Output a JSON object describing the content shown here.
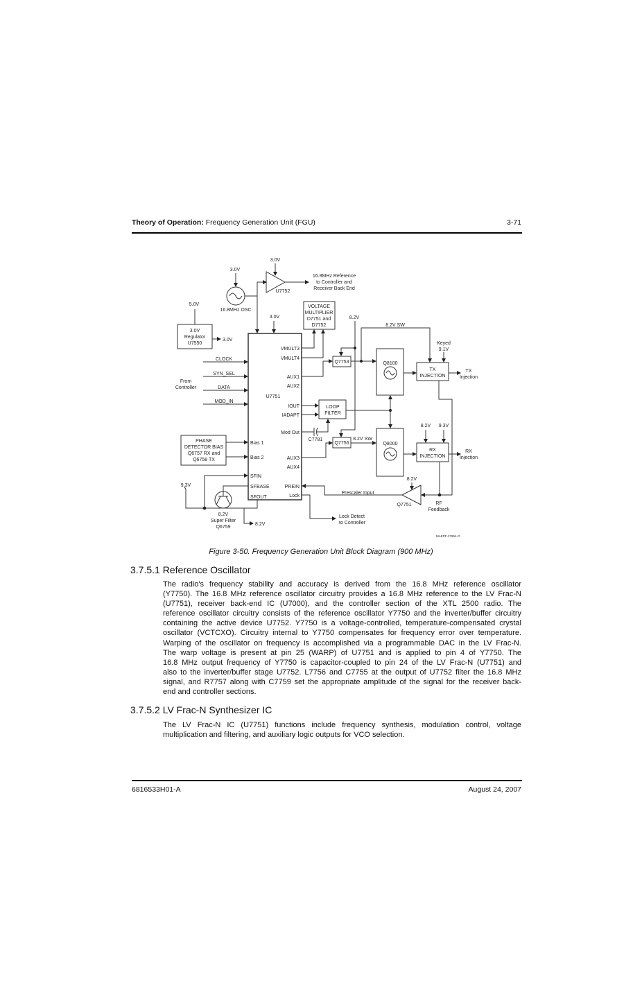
{
  "header": {
    "section_bold": "Theory of Operation:",
    "section_rest": " Frequency Generation Unit (FGU)",
    "page_number": "3-71"
  },
  "diagram": {
    "osc_supply": "3.0V",
    "osc_label": "16.8MHz OSC",
    "buffer_supply": "3.0V",
    "buffer_ref": "U7752",
    "ref_out": [
      "16.8MHz Reference",
      "to Controller and",
      "Receiver Back End"
    ],
    "reg_in": "5.0V",
    "regulator": [
      "3.0V",
      "Regulator",
      "U7550"
    ],
    "reg_out": "3.0V",
    "u7751_supply": "3.0V",
    "vmult": [
      "VOLTAGE",
      "MULTIPLIER",
      "D7751 and",
      "D7752"
    ],
    "supply_82": "8.2V",
    "sw_82_top": "8.2V SW",
    "keyed": [
      "Keyed",
      "9.1V"
    ],
    "q7753": "Q7753",
    "q8100": "Q8100",
    "tx_inj": [
      "TX",
      "INJECTION"
    ],
    "tx_out": [
      "TX",
      "Injection"
    ],
    "loop_filter": [
      "LOOP",
      "FILTER"
    ],
    "c7781": "C7781",
    "q7756": "Q7756",
    "sw_82_bottom": "8.2V SW",
    "q8000": "Q8000",
    "rx_inj": [
      "RX",
      "INJECTION"
    ],
    "rx_supply": [
      "8.2V",
      "9.3V"
    ],
    "rx_out": [
      "RX",
      "Injection"
    ],
    "q7751_supply": "8.2V",
    "q7751": "Q7751",
    "rf_feedback": [
      "RF",
      "Feedback"
    ],
    "prescaler": "Prescaler Input",
    "lock_detect": [
      "Lock Detect",
      "to Controller"
    ],
    "inputs": [
      "CLOCK",
      "SYN_SEL",
      "DATA",
      "MOD_IN"
    ],
    "from_controller": [
      "From",
      "Controller"
    ],
    "u7751": "U7751",
    "pins_right": [
      "VMULT3",
      "VMULT4",
      "AUX1",
      "AUX2",
      "IOUT",
      "IADAPT",
      "Mod Out",
      "AUX3",
      "AUX4",
      "PREIN",
      "Lock"
    ],
    "pins_left": [
      "Bias 1",
      "Bias 2",
      "SFIN",
      "SFBASE",
      "SFOUT"
    ],
    "phase_det": [
      "PHASE",
      "DETECTOR BIAS",
      "Q6757 RX and",
      "Q6758 TX"
    ],
    "sf_supply": "9.3V",
    "super_filter": [
      "8.2V",
      "Super Filter",
      "Q6759"
    ],
    "sf_out": "8.2V",
    "drawing_id": "MAEPF-27864-O"
  },
  "caption": "Figure 3-50.  Frequency Generation Unit Block Diagram (900 MHz)",
  "sections": [
    {
      "heading": "3.7.5.1  Reference Oscillator",
      "lines": [
        "The radio's frequency stability and accuracy is derived from the 16.8 MHz reference oscillator",
        "(Y7750). The 16.8 MHz reference oscillator circuitry provides a 16.8 MHz reference to the LV Frac-N",
        "(U7751), receiver back-end IC (U7000), and the controller section of the XTL 2500 radio. The",
        "reference oscillator circuitry consists of the reference oscillator Y7750 and the inverter/buffer circuitry",
        "containing the active device U7752. Y7750 is a voltage-controlled, temperature-compensated crystal",
        "oscillator (VCTCXO). Circuitry internal to Y7750 compensates for frequency error over temperature.",
        "Warping of the oscillator on frequency is accomplished via a programmable DAC in the LV Frac-N.",
        "The warp voltage is present at pin 25 (WARP) of U7751 and is applied to pin 4 of Y7750. The",
        "16.8 MHz output frequency of Y7750 is capacitor-coupled to pin 24 of the LV Frac-N (U7751) and",
        "also to the inverter/buffer stage U7752. L7756 and C7755 at the output of U7752 filter the 16.8 MHz",
        "signal, and R7757 along with C7759 set the appropriate amplitude of the signal for the receiver back-",
        "end and controller sections."
      ]
    },
    {
      "heading": "3.7.5.2  LV Frac-N Synthesizer IC",
      "lines": [
        "The LV Frac-N IC (U7751) functions include frequency synthesis, modulation control, voltage",
        "multiplication and filtering, and auxiliary logic outputs for VCO selection."
      ]
    }
  ],
  "footer": {
    "doc_number": "6816533H01-A",
    "date": "August 24, 2007"
  }
}
